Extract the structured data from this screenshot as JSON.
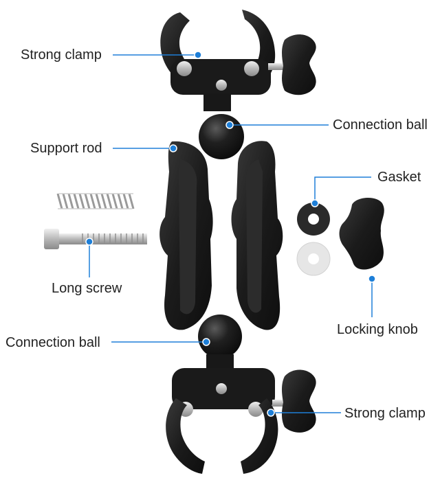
{
  "labels": {
    "strong_clamp_top": "Strong clamp",
    "connection_ball_top": "Connection ball",
    "support_rod": "Support rod",
    "gasket": "Gasket",
    "long_screw": "Long screw",
    "locking_knob": "Locking knob",
    "connection_ball_bottom": "Connection ball",
    "strong_clamp_bottom": "Strong clamp"
  },
  "colors": {
    "leader_line": "#1e7fd8",
    "marker_dot": "#1e7fd8",
    "part_black": "#1b1b1b",
    "part_highlight": "#3c3c3c",
    "metal": "#c9c9c9",
    "white_gasket": "#e6e6e6",
    "text": "#222222"
  }
}
